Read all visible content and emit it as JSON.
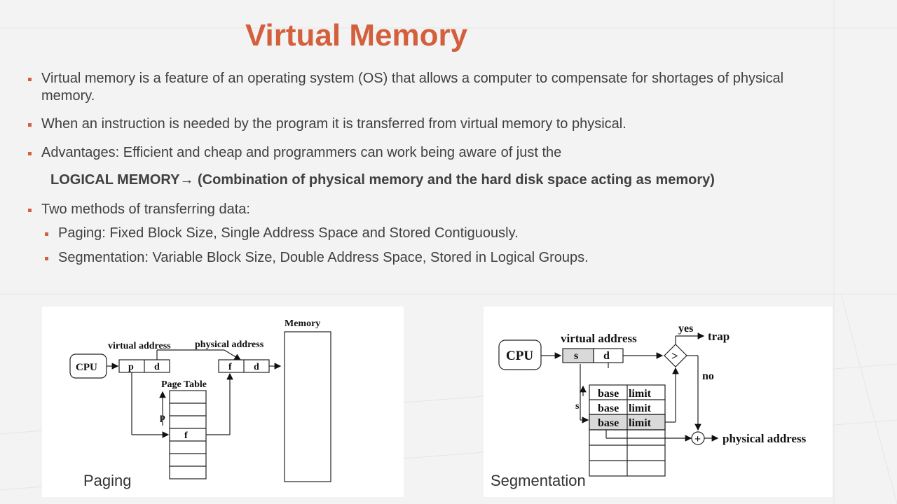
{
  "slide": {
    "title": "Virtual Memory",
    "bullets": [
      "Virtual memory is a feature of an operating system (OS) that allows a computer to compensate for shortages of physical memory.",
      "When an instruction is needed by the program it is transferred from virtual memory to physical.",
      "Advantages: Efficient and cheap and programmers can work being aware of just the"
    ],
    "logical_memory": "LOGICAL MEMORY→ (Combination of physical memory and the hard disk space acting as memory)",
    "methods_heading": "Two methods of transferring data:",
    "sub_bullets": [
      "Paging: Fixed Block Size, Single Address Space and Stored Contiguously.",
      "Segmentation: Variable Block Size, Double Address Space, Stored in Logical Groups."
    ],
    "accent_color": "#d35f3c"
  },
  "paging_diagram": {
    "caption": "Paging",
    "memory_label": "Memory",
    "cpu_label": "CPU",
    "virtual_address_label": "virtual address",
    "physical_address_label": "physical address",
    "page_table_label": "Page Table",
    "p_label": "p",
    "d_label": "d",
    "f_label": "f"
  },
  "segmentation_diagram": {
    "caption": "Segmentation",
    "cpu_label": "CPU",
    "virtual_address_label": "virtual address",
    "s_label": "s",
    "d_label": "d",
    "compare_symbol": ">",
    "yes_label": "yes",
    "trap_label": "trap",
    "no_label": "no",
    "base_label": "base",
    "limit_label": "limit",
    "plus_symbol": "+",
    "physical_address_label": "physical address"
  }
}
